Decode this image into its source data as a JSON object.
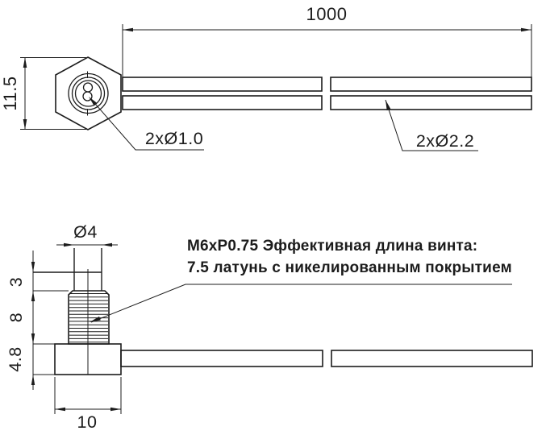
{
  "colors": {
    "line": "#1c1c1c",
    "background": "#ffffff"
  },
  "top_view": {
    "overall_length": "1000",
    "hex_across": "11.5",
    "holes_callout": "2xØ1.0",
    "tubes_callout": "2xØ2.2"
  },
  "side_view": {
    "pin_diameter": "Ø4",
    "pin_length": "3",
    "thread_length": "8",
    "base_height": "4.8",
    "base_width": "10",
    "note_line1": "M6xP0.75 Эффективная длина винта:",
    "note_line2": "7.5 латунь с никелированным покрытием"
  }
}
